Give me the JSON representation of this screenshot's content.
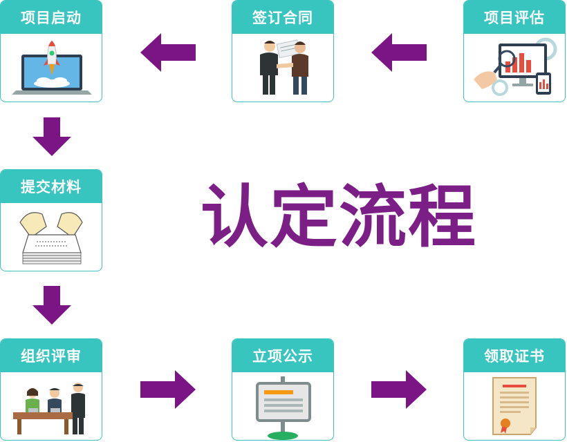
{
  "title": "认定流程",
  "steps": [
    {
      "label": "项目评估",
      "icon": "analytics-report-icon"
    },
    {
      "label": "签订合同",
      "icon": "handshake-icon"
    },
    {
      "label": "项目启动",
      "icon": "rocket-laptop-icon"
    },
    {
      "label": "提交材料",
      "icon": "paper-stack-icon"
    },
    {
      "label": "组织评审",
      "icon": "review-panel-icon"
    },
    {
      "label": "立项公示",
      "icon": "notice-board-icon"
    },
    {
      "label": "领取证书",
      "icon": "certificate-icon"
    }
  ],
  "colors": {
    "header": "#38c5bf",
    "border": "#3cc4c0",
    "arrow": "#7b1585",
    "title": "#7b1f86"
  }
}
